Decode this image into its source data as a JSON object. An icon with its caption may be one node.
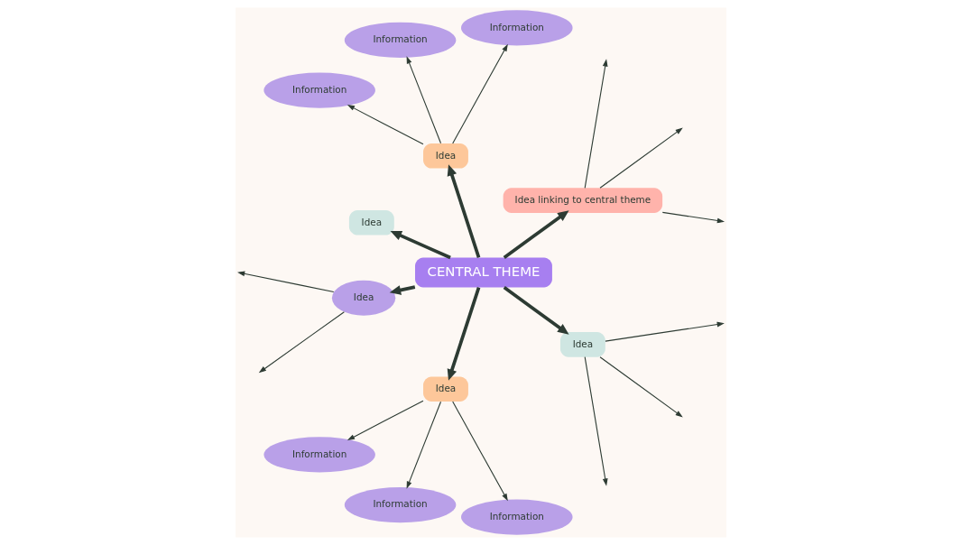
{
  "diagram": {
    "nodes": [
      {
        "text": [
          "CENTRAL THEME"
        ]
      },
      {
        "text": [
          "Idea linking to central theme"
        ]
      },
      {
        "text": [
          "Idea"
        ]
      },
      {
        "text": [
          "Information"
        ]
      },
      {
        "text": [
          "Information"
        ]
      },
      {
        "text": [
          "Information"
        ]
      },
      {
        "text": [
          "Idea"
        ]
      },
      {
        "text": [
          "Idea"
        ]
      },
      {
        "text": [
          "Idea"
        ]
      },
      {
        "text": [
          "Information"
        ]
      },
      {
        "text": [
          "Information"
        ]
      },
      {
        "text": [
          "Information"
        ]
      },
      {
        "text": [
          "Idea"
        ]
      }
    ],
    "edges": [
      {
        "from": 0,
        "to": 1,
        "arrow": "to",
        "style": "thick"
      },
      {
        "from": 0,
        "to": 2,
        "arrow": "to",
        "style": "thick"
      },
      {
        "from": 0,
        "to": 6,
        "arrow": "to",
        "style": "thick"
      },
      {
        "from": 0,
        "to": 7,
        "arrow": "to",
        "style": "thick"
      },
      {
        "from": 0,
        "to": 8,
        "arrow": "to",
        "style": "thick"
      },
      {
        "from": 0,
        "to": 12,
        "arrow": "to",
        "style": "thick"
      },
      {
        "from": 1,
        "to": null,
        "arrow": "to"
      },
      {
        "from": 1,
        "to": null,
        "arrow": "to"
      },
      {
        "from": 1,
        "to": null,
        "arrow": "to"
      },
      {
        "from": 2,
        "to": 3,
        "arrow": "to"
      },
      {
        "from": 2,
        "to": 4,
        "arrow": "to"
      },
      {
        "from": 2,
        "to": 5,
        "arrow": "to"
      },
      {
        "from": 7,
        "to": null,
        "arrow": "to"
      },
      {
        "from": 7,
        "to": null,
        "arrow": "to"
      },
      {
        "from": 8,
        "to": 9,
        "arrow": "to"
      },
      {
        "from": 8,
        "to": 10,
        "arrow": "to"
      },
      {
        "from": 8,
        "to": 11,
        "arrow": "to"
      },
      {
        "from": 12,
        "to": null,
        "arrow": "to"
      },
      {
        "from": 12,
        "to": null,
        "arrow": "to"
      },
      {
        "from": 12,
        "to": null,
        "arrow": "to"
      }
    ]
  }
}
